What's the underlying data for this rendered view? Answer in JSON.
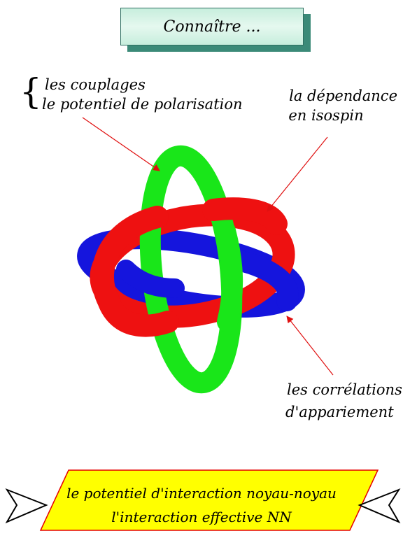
{
  "title": "Connaître ...",
  "labels": {
    "couplings": "les couplages",
    "polarization": "le potentiel de polarisation",
    "isospin_line1": "la dépendance",
    "isospin_line2": "en isospin",
    "pairing_line1": "les corrélations",
    "pairing_line2": "d'appariement"
  },
  "banner": {
    "line1": "le potentiel d'interaction noyau-noyau",
    "line2": "l'interaction  effective NN"
  },
  "colors": {
    "title_fill": "#d4f2e6",
    "title_shadow": "#3b8a78",
    "ring_green": "#19e619",
    "ring_red": "#ee1111",
    "ring_blue": "#1515dd",
    "arrow": "#e01010",
    "banner_fill": "#ffff00",
    "banner_border": "#e60000"
  },
  "icons": [
    "left-arrowhead-icon",
    "right-arrowhead-icon",
    "brace-icon"
  ]
}
